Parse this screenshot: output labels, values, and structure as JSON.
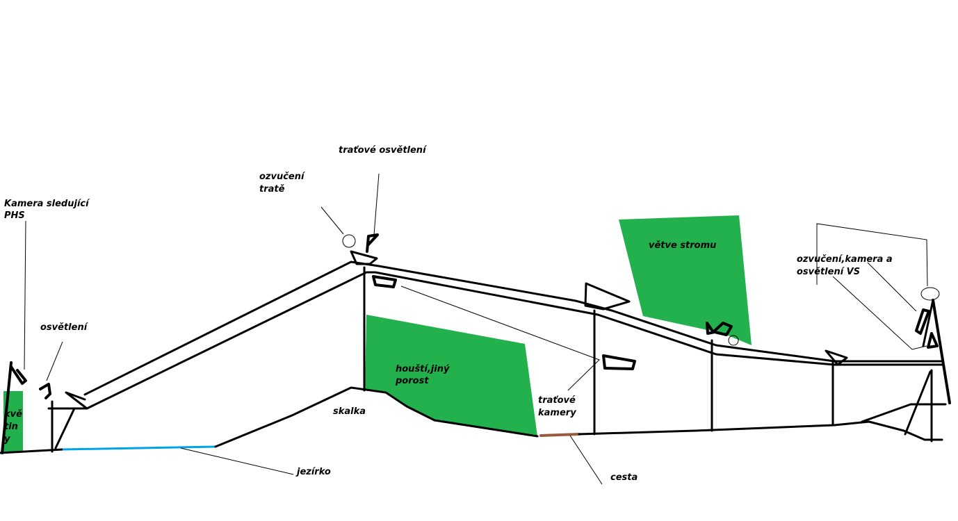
{
  "diagram": {
    "title": "Ski jump venue sketch",
    "colors": {
      "vegetation": "#22b14c",
      "water": "#00a2e8",
      "path": "#9c5a3c",
      "line": "#000000",
      "background": "#ffffff"
    },
    "labels": {
      "camera_phs": [
        "Kamera sledující",
        "PHS"
      ],
      "lighting": "osvětlení",
      "flowers": [
        "kvě",
        "tin",
        "y"
      ],
      "track_sound": [
        "ozvučení",
        "tratě"
      ],
      "track_lighting": "traťové osvětlení",
      "thicket": [
        "houští,jiný",
        "porost"
      ],
      "rockery": "skalka",
      "pond": "jezírko",
      "track_cameras": [
        "traťové",
        "kamery"
      ],
      "path": "cesta",
      "tree_branches": "větve stromu",
      "vs_equipment": [
        "ozvučení,kamera a",
        "osvětlení VS"
      ]
    }
  }
}
